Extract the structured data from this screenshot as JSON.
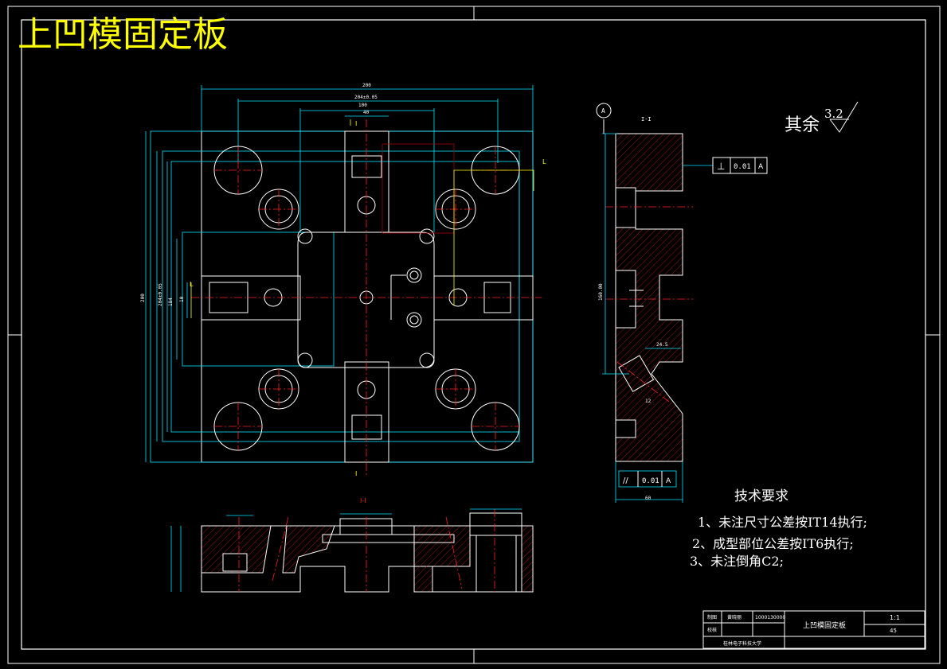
{
  "title": "上凹模固定板",
  "roughness": {
    "label": "其余",
    "value": "3.2"
  },
  "datum": "A",
  "section_labels": {
    "main": "I-I",
    "side": "I-I"
  },
  "cut_marks": {
    "top": "I",
    "bottom": "I",
    "right": "L",
    "left": "L"
  },
  "dimensions": {
    "width_overall": "200",
    "width_inner": "204±0.05",
    "slot_w": "40",
    "slot_center": "100",
    "height_overall": "200",
    "h_inner": "204±0.05",
    "h_inner2": "184",
    "h_small": "10",
    "side_height": "160.00",
    "side_dim": "24.5",
    "side_bottom": "60",
    "side_angle": "12"
  },
  "tolerance_frames": [
    {
      "symbol": "⊥",
      "value": "0.01",
      "datum": "A"
    },
    {
      "symbol": "//",
      "value": "0.01",
      "datum": "A"
    }
  ],
  "requirements": {
    "heading": "技术要求",
    "items": [
      "1、未注尺寸公差按IT14执行;",
      "2、成型部位公差按IT6执行;",
      "3、未注倒角C2;"
    ]
  },
  "title_block": {
    "part_name": "上凹模固定板",
    "scale": "1:1",
    "material": "45",
    "drawn_label": "制图",
    "check_label": "校核",
    "drawer": "黄晓丽",
    "code": "1000130000",
    "school": "桂林电子科技大学"
  }
}
